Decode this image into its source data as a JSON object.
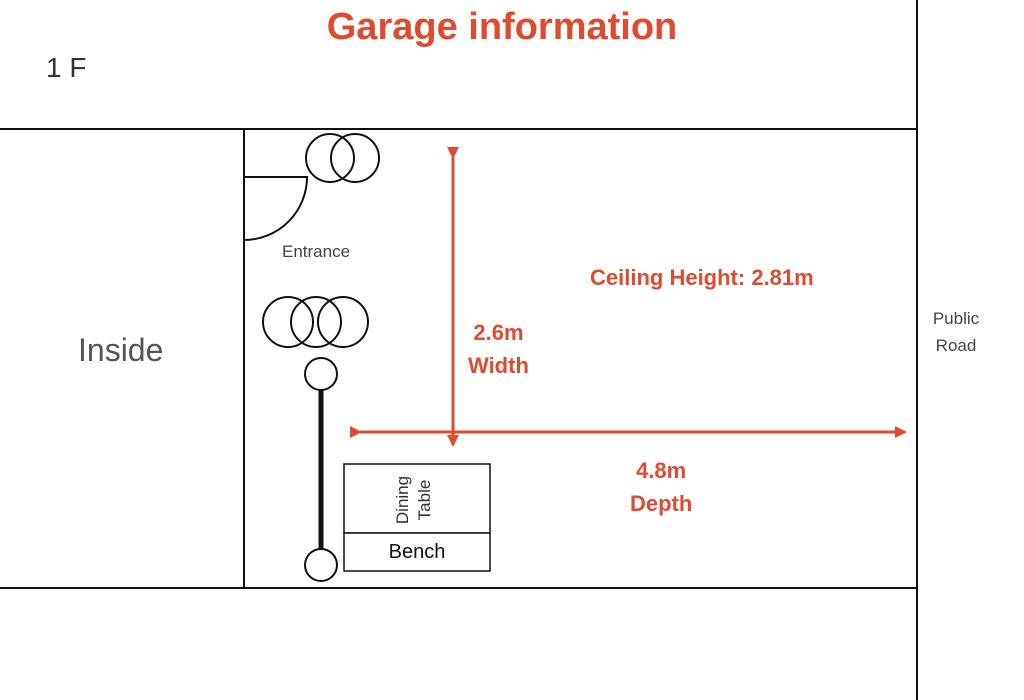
{
  "title": "Garage information",
  "floor_label": "1 F",
  "inside_label": "Inside",
  "entrance_label": "Entrance",
  "road_label": "Public Road",
  "ceiling_label": "Ceiling Height: 2.81m",
  "width": {
    "value": "2.6m",
    "label": "Width"
  },
  "depth": {
    "value": "4.8m",
    "label": "Depth"
  },
  "bench_label": "Bench",
  "table_label": "Dining Table",
  "colors": {
    "accent": "#e04a2f",
    "line": "#111111"
  }
}
